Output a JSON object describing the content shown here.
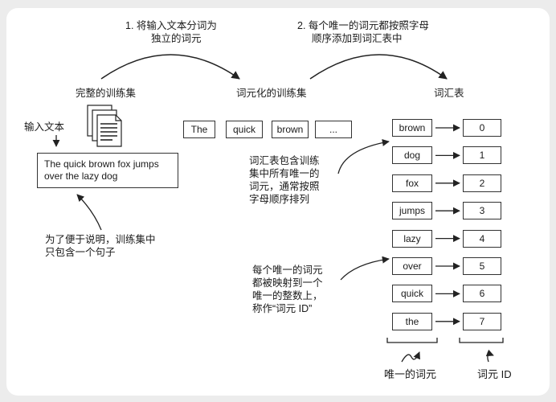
{
  "annotations": {
    "step1": [
      "1. 将输入文本分词为",
      "独立的词元"
    ],
    "step2": [
      "2. 每个唯一的词元都按照字母",
      "顺序添加到词汇表中"
    ],
    "vocab_note": [
      "词汇表包含训练",
      "集中所有唯一的",
      "词元，通常按照",
      "字母顺序排列"
    ],
    "id_note": [
      "每个唯一的词元",
      "都被映射到一个",
      "唯一的整数上，",
      "称作“词元 ID”"
    ],
    "sentence_note": [
      "为了便于说明，训练集中",
      "只包含一个句子"
    ]
  },
  "labels": {
    "full_training_set": "完整的训练集",
    "tokenized_training_set": "词元化的训练集",
    "vocabulary": "词汇表",
    "input_text": "输入文本",
    "unique_tokens": "唯一的词元",
    "token_ids": "词元 ID"
  },
  "input_sentence": [
    "The quick brown fox jumps",
    "over the lazy dog"
  ],
  "tokenized": [
    "The",
    "quick",
    "brown",
    "..."
  ],
  "vocabulary": [
    {
      "token": "brown",
      "id": "0"
    },
    {
      "token": "dog",
      "id": "1"
    },
    {
      "token": "fox",
      "id": "2"
    },
    {
      "token": "jumps",
      "id": "3"
    },
    {
      "token": "lazy",
      "id": "4"
    },
    {
      "token": "over",
      "id": "5"
    },
    {
      "token": "quick",
      "id": "6"
    },
    {
      "token": "the",
      "id": "7"
    }
  ],
  "document_icon": "document-stack-icon"
}
